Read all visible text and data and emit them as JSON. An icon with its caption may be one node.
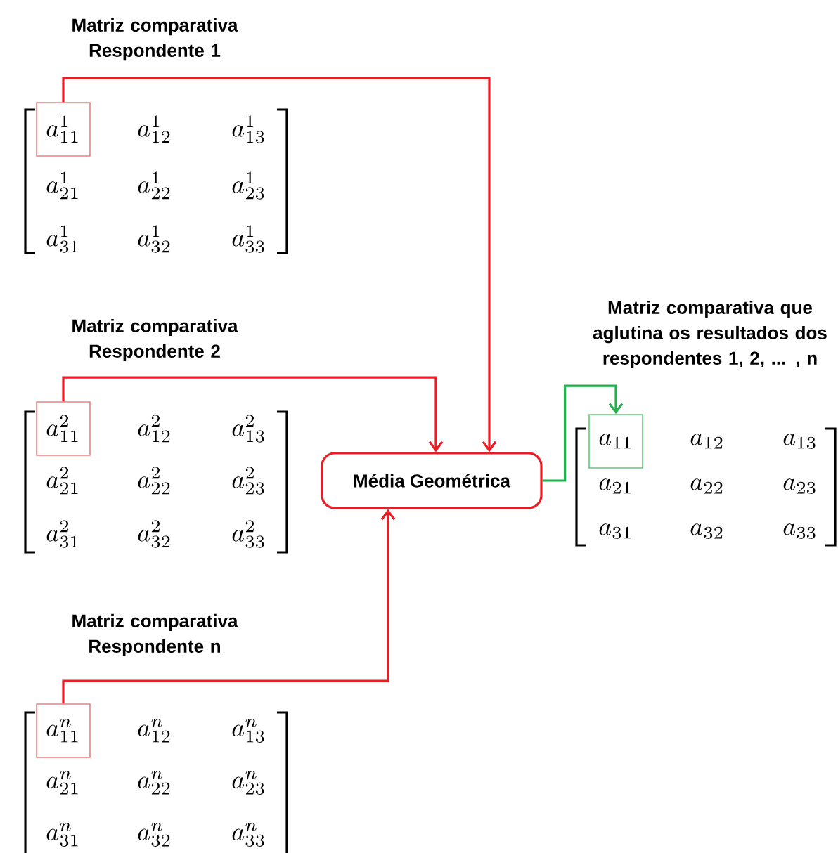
{
  "diagram": {
    "nodes": [
      {
        "text": [
          "a^{1}_{11}"
        ]
      },
      {
        "text": [
          "a^{2}_{11}"
        ]
      },
      {
        "text": [
          "a^{n}_{11}"
        ]
      },
      {
        "text": [
          "Média Geométrica"
        ]
      },
      {
        "text": [
          "a_{11}"
        ]
      }
    ],
    "edges": [
      {
        "from": 0,
        "to": 3,
        "arrow": "to"
      },
      {
        "from": 1,
        "to": 3,
        "arrow": "to"
      },
      {
        "from": 2,
        "to": 3,
        "arrow": "to"
      },
      {
        "from": 3,
        "to": 4,
        "arrow": "to",
        "color": "#22b14c"
      }
    ],
    "labels": [
      "Matriz comparativa Respondente 1",
      "a^{1}_{12}",
      "a^{1}_{13}",
      "a^{1}_{21}",
      "a^{1}_{22}",
      "a^{1}_{23}",
      "a^{1}_{31}",
      "a^{1}_{32}",
      "a^{1}_{33}",
      "Matriz comparativa Respondente 2",
      "a^{2}_{12}",
      "a^{2}_{13}",
      "a^{2}_{21}",
      "a^{2}_{22}",
      "a^{2}_{23}",
      "a^{2}_{31}",
      "a^{2}_{32}",
      "a^{2}_{33}",
      "Matriz comparativa Respondente n",
      "a^{n}_{12}",
      "a^{n}_{13}",
      "a^{n}_{21}",
      "a^{n}_{22}",
      "a^{n}_{23}",
      "a^{n}_{31}",
      "a^{n}_{32}",
      "a^{n}_{33}",
      "Matriz comparativa que aglutina os resultados dos respondentes 1, 2, ... , n",
      "a_{12}",
      "a_{13}",
      "a_{21}",
      "a_{22}",
      "a_{23}",
      "a_{31}",
      "a_{32}",
      "a_{33}"
    ]
  }
}
